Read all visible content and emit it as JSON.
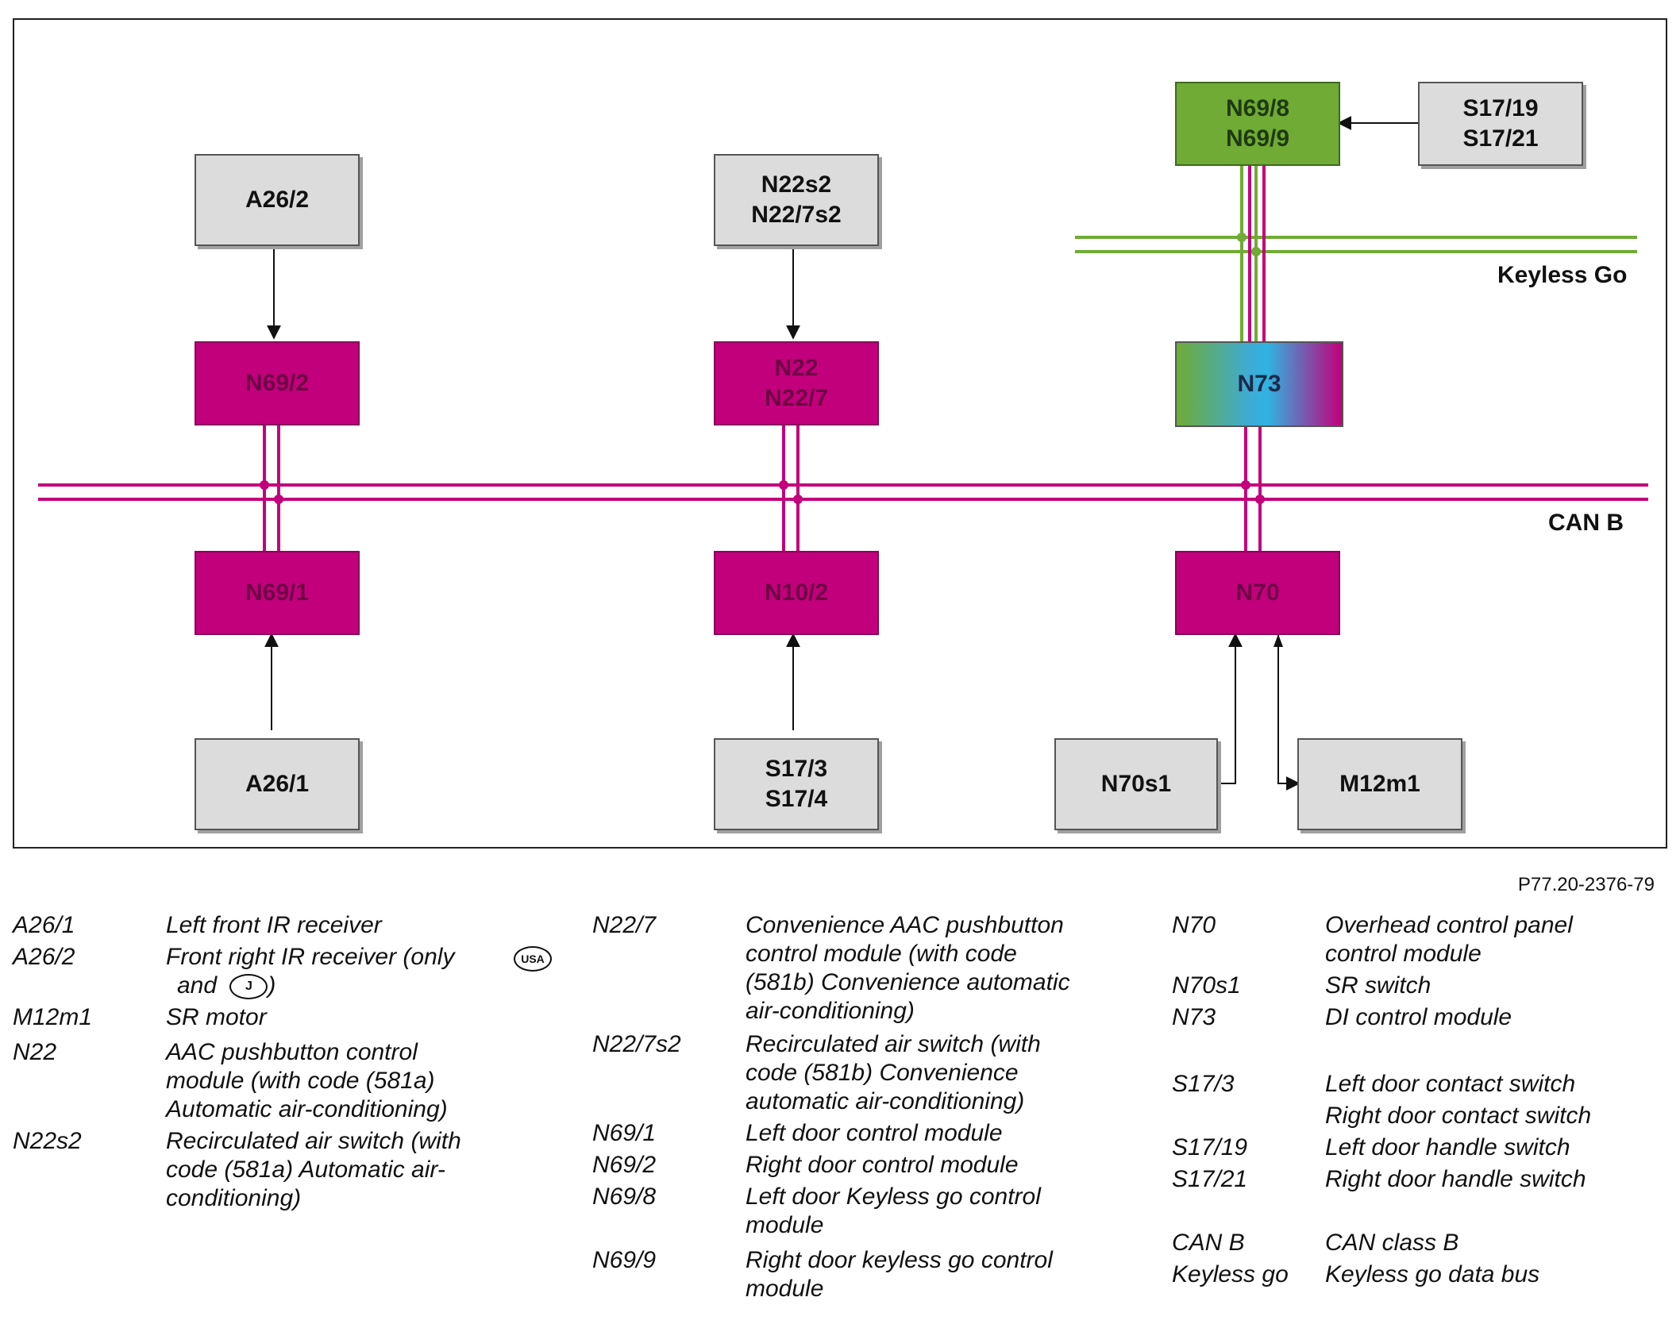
{
  "diagram": {
    "boxes": {
      "a26_2": "A26/2",
      "n22s2_line1": "N22s2",
      "n22s2_line2": "N22/7s2",
      "n69_8_line1": "N69/8",
      "n69_8_line2": "N69/9",
      "s17_19_line1": "S17/19",
      "s17_19_line2": "S17/21",
      "n69_2": "N69/2",
      "n22_line1": "N22",
      "n22_line2": "N22/7",
      "n73": "N73",
      "n69_1": "N69/1",
      "n10_2": "N10/2",
      "n70": "N70",
      "a26_1": "A26/1",
      "s17_3_line1": "S17/3",
      "s17_3_line2": "S17/4",
      "n70s1": "N70s1",
      "m12m1": "M12m1"
    },
    "buses": {
      "keyless_go": "Keyless Go",
      "can_b": "CAN B"
    },
    "colors": {
      "can_b_bus": "#c2007c",
      "keyless_go_bus": "#6fab35",
      "module": "#c2007c",
      "keyless_module": "#6fab35",
      "component": "#dcdcdc"
    }
  },
  "figure_ref": "P77.20-2376-79",
  "legend": {
    "col1": [
      {
        "code": "A26/1",
        "desc": "Left front IR receiver"
      },
      {
        "code": "A26/2",
        "desc_line1": "Front right IR receiver (only",
        "badge1": "USA",
        "desc_line2_pre": "and",
        "badge2": "J",
        "desc_line2_post": ")"
      },
      {
        "code": "M12m1",
        "desc": "SR motor"
      },
      {
        "code": "N22",
        "desc_lines": [
          "AAC pushbutton control",
          "module (with code (581a)",
          "Automatic air-conditioning)"
        ]
      },
      {
        "code": "N22s2",
        "desc_lines": [
          "Recirculated air switch (with",
          "code (581a) Automatic air-",
          "conditioning)"
        ]
      }
    ],
    "col2": [
      {
        "code": "N22/7",
        "desc_lines": [
          "Convenience AAC pushbutton",
          "control module (with code",
          "(581b) Convenience automatic",
          "air-conditioning)"
        ]
      },
      {
        "code": "N22/7s2",
        "desc_lines": [
          "Recirculated air switch (with",
          "code (581b) Convenience",
          "automatic air-conditioning)"
        ]
      },
      {
        "code": "N69/1",
        "desc": "Left door control module"
      },
      {
        "code": "N69/2",
        "desc": "Right door control module"
      },
      {
        "code": "N69/8",
        "desc_lines": [
          "Left door Keyless go control",
          "module"
        ]
      },
      {
        "code": "N69/9",
        "desc_lines": [
          "Right door keyless go control",
          "module"
        ]
      }
    ],
    "col3": [
      {
        "code": "N70",
        "desc_lines": [
          "Overhead control panel",
          "control module"
        ]
      },
      {
        "code": "N70s1",
        "desc": "SR switch"
      },
      {
        "code": "N73",
        "desc": "DI control module"
      },
      {
        "code": "S17/3",
        "desc": "Left door contact switch"
      },
      {
        "code": "",
        "desc": "Right door contact switch"
      },
      {
        "code": "S17/19",
        "desc": "Left door handle switch"
      },
      {
        "code": "S17/21",
        "desc": "Right door handle switch"
      },
      {
        "code": "CAN B",
        "desc": "CAN class B"
      },
      {
        "code": "Keyless go",
        "desc": "Keyless go data bus"
      }
    ]
  }
}
